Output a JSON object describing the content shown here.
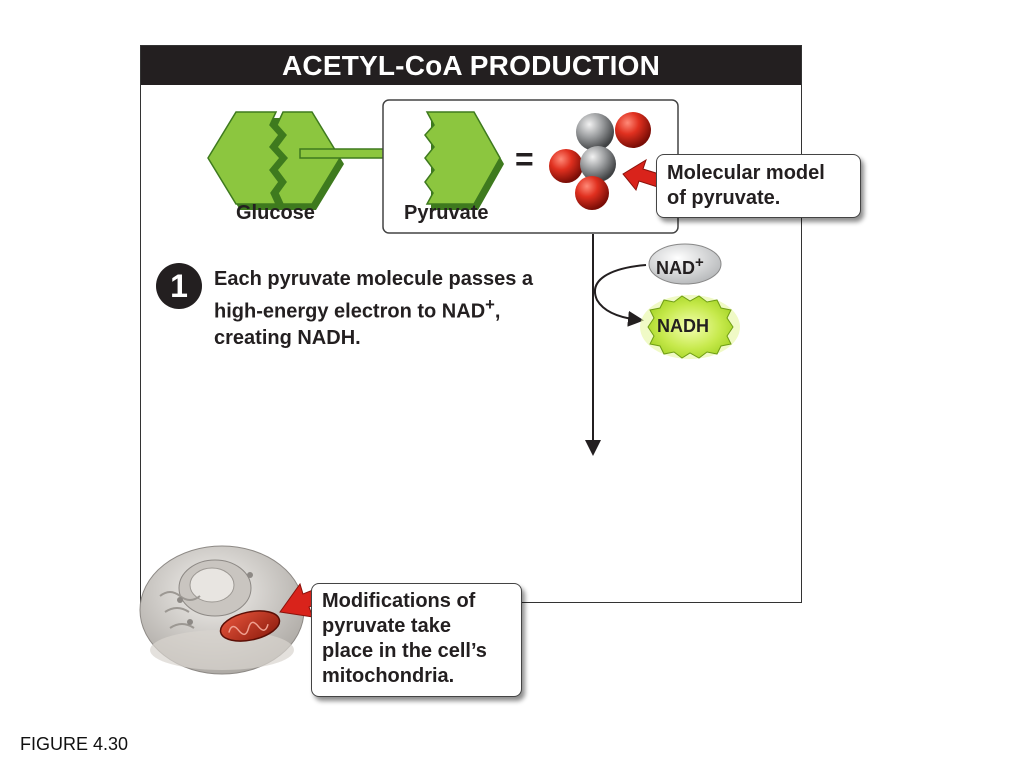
{
  "title": "ACETYL-CoA PRODUCTION",
  "labels": {
    "glucose": "Glucose",
    "pyruvate": "Pyruvate",
    "equals": "="
  },
  "callouts": {
    "molecule_line1": "Molecular model",
    "molecule_line2": "of pyruvate.",
    "mito_line1": "Modifications of",
    "mito_line2": "pyruvate take",
    "mito_line3": "place in the cell’s",
    "mito_line4": "mitochondria."
  },
  "step": {
    "number": "1",
    "line1": "Each pyruvate molecule passes a",
    "line2_pre": "high-energy electron to NAD",
    "line2_sup": "+",
    "line2_post": ",",
    "line3": "creating NADH."
  },
  "nad_plus": {
    "text": "NAD",
    "sup": "+"
  },
  "nadh": "NADH",
  "figure_number": "FIGURE 4.30",
  "colors": {
    "title_bar": "#231f20",
    "hexagon_green": "#8cc63f",
    "hexagon_dark": "#3e7a1e",
    "oxygen_red": "#d42a1e",
    "carbon_gray": "#8a8c8e",
    "pointer_red": "#d9231b",
    "nadh_glow": "#c8e84a"
  }
}
